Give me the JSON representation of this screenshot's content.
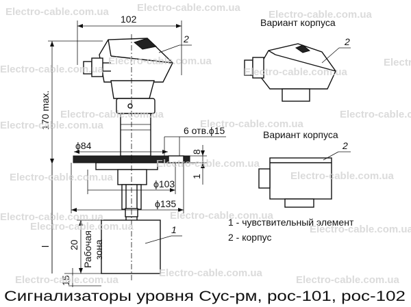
{
  "caption": "Сигнализаторы уровня Сус-рм, рос-101, рос-102",
  "watermark": "Electro-cable.com.ua",
  "dimensions": {
    "width_top": "102",
    "height_total": "170 max.",
    "holes": "6 отв.ϕ15",
    "flange_d": "ϕ84",
    "d103": "ϕ103",
    "d135": "ϕ135",
    "dim_8": "8",
    "dim_1": "1",
    "dim_l": "l",
    "dim_20": "20",
    "dim_15": "15",
    "working_zone_line1": "Рабочая",
    "working_zone_line2": "зона"
  },
  "callouts": {
    "main_1": "1",
    "main_2": "2",
    "var1_2": "2",
    "var2_2": "2"
  },
  "variant1_title": "Вариант корпуса",
  "variant2_title": "Вариант корпуса",
  "legend": {
    "item1": "1 - чувствительный элемент",
    "item2": "2 - корпус"
  }
}
